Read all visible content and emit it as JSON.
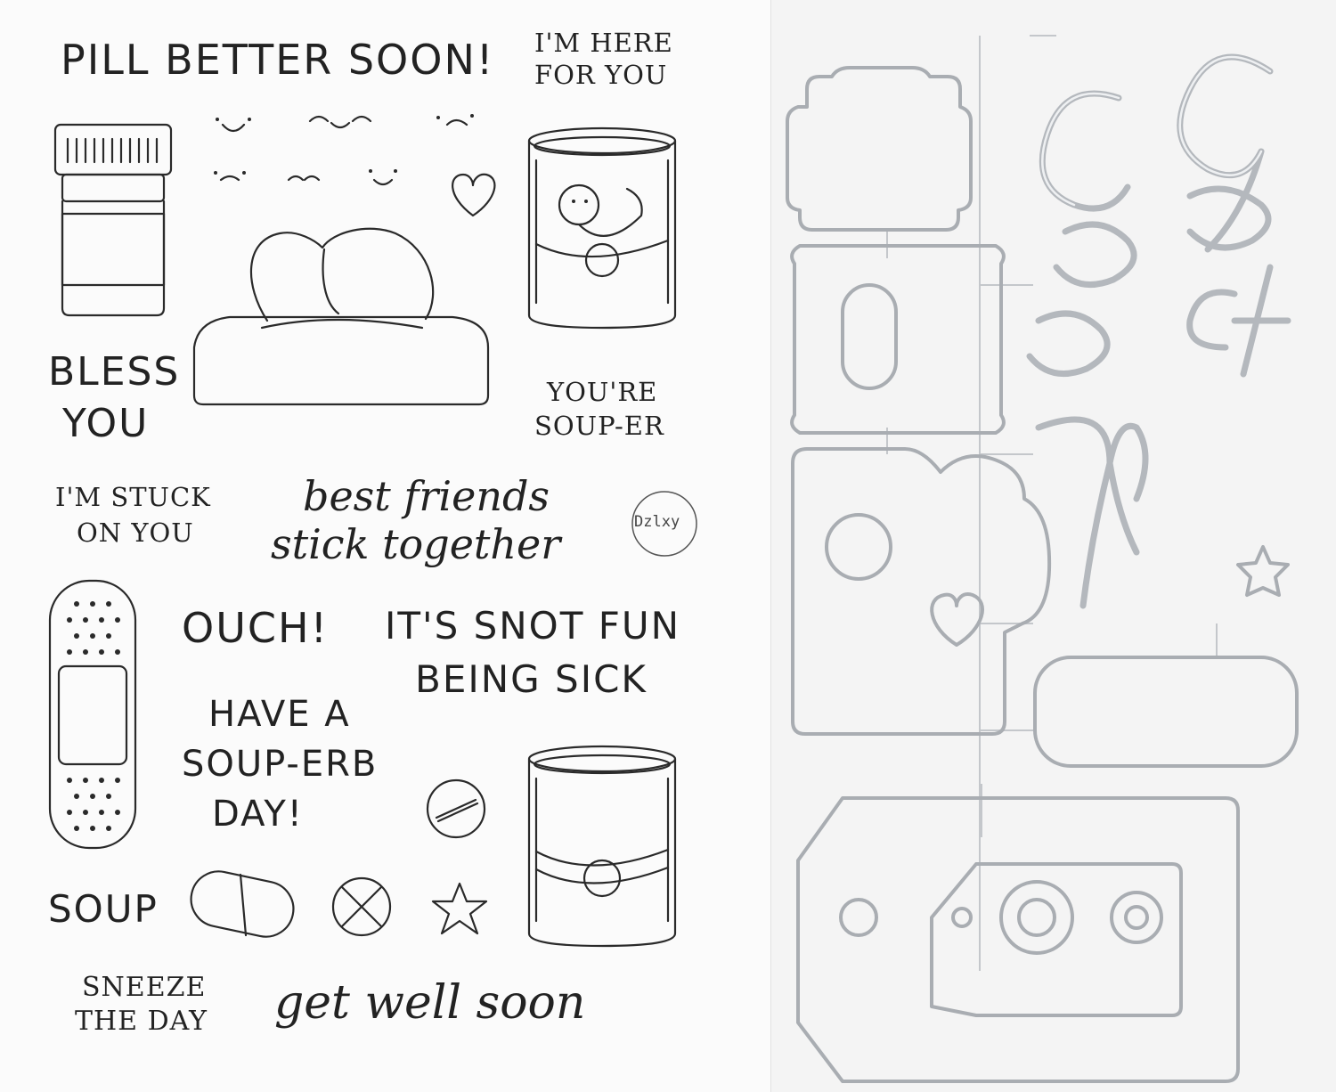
{
  "stamps": {
    "pill_better_soon": "PILL BETTER SOON!",
    "here_for_you_1": "I'M HERE",
    "here_for_you_2": "FOR YOU",
    "bless_1": "BLESS",
    "bless_2": "YOU",
    "soup_er_1": "YOU'RE",
    "soup_er_2": "SOUP-ER",
    "stuck_1": "I'M STUCK",
    "stuck_2": "ON YOU",
    "best_friends_1": "best friends",
    "best_friends_2": "stick together",
    "ouch": "OUCH!",
    "snot_1": "IT'S SNOT FUN",
    "snot_2": "BEING SICK",
    "have_1": "HAVE A",
    "have_2": "SOUP-ERB",
    "have_3": "DAY!",
    "soup": "SOUP",
    "sneeze_1": "SNEEZE",
    "sneeze_2": "THE DAY",
    "get_well": "get well soon",
    "watermark": "Dzlxy"
  },
  "colors": {
    "stamp_line": "#2a2a2a",
    "die_metal": "#a9adb2",
    "sheet_bg": "#fbfbfb",
    "die_bg": "#f4f4f4"
  },
  "icons": [
    "pill-bottle-icon",
    "tissue-box-icon",
    "soup-can-icon",
    "bandage-icon",
    "pill-icon",
    "star-icon",
    "heart-icon",
    "face-icon"
  ]
}
